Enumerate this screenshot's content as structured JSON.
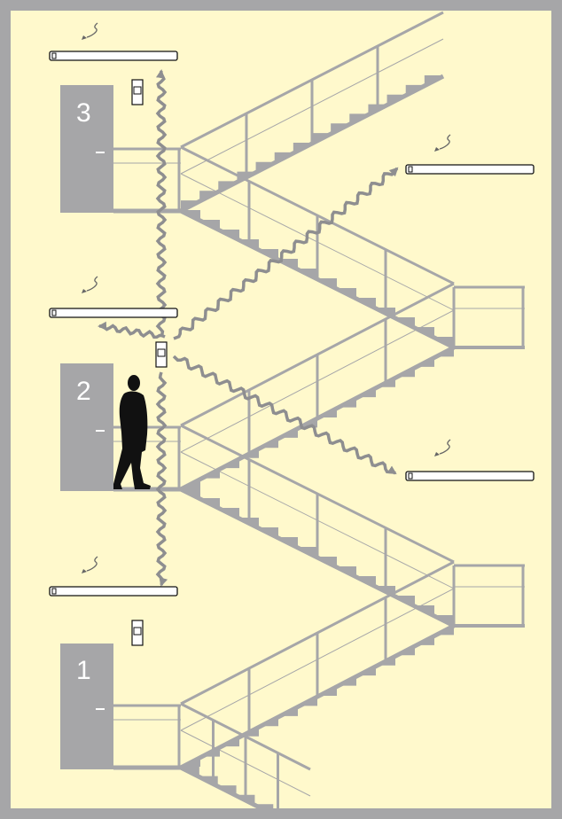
{
  "colors": {
    "frame": "#a6a6a8",
    "background": "#fff9cc",
    "wall": "#a6a6a8",
    "stair": "#a6a6a8",
    "arrow": "#8e8e90",
    "person": "#111111",
    "lamp_body": "#ffffff",
    "lamp_outline": "#111111"
  },
  "floors": [
    {
      "label": "3"
    },
    {
      "label": "2"
    },
    {
      "label": "1"
    }
  ],
  "icons": {
    "ceiling_light": "ceiling-light-icon",
    "wall_sensor": "motion-sensor-icon",
    "signal": "wireless-signal-icon",
    "person": "person-silhouette-icon",
    "arrow": "double-arrow-icon"
  }
}
